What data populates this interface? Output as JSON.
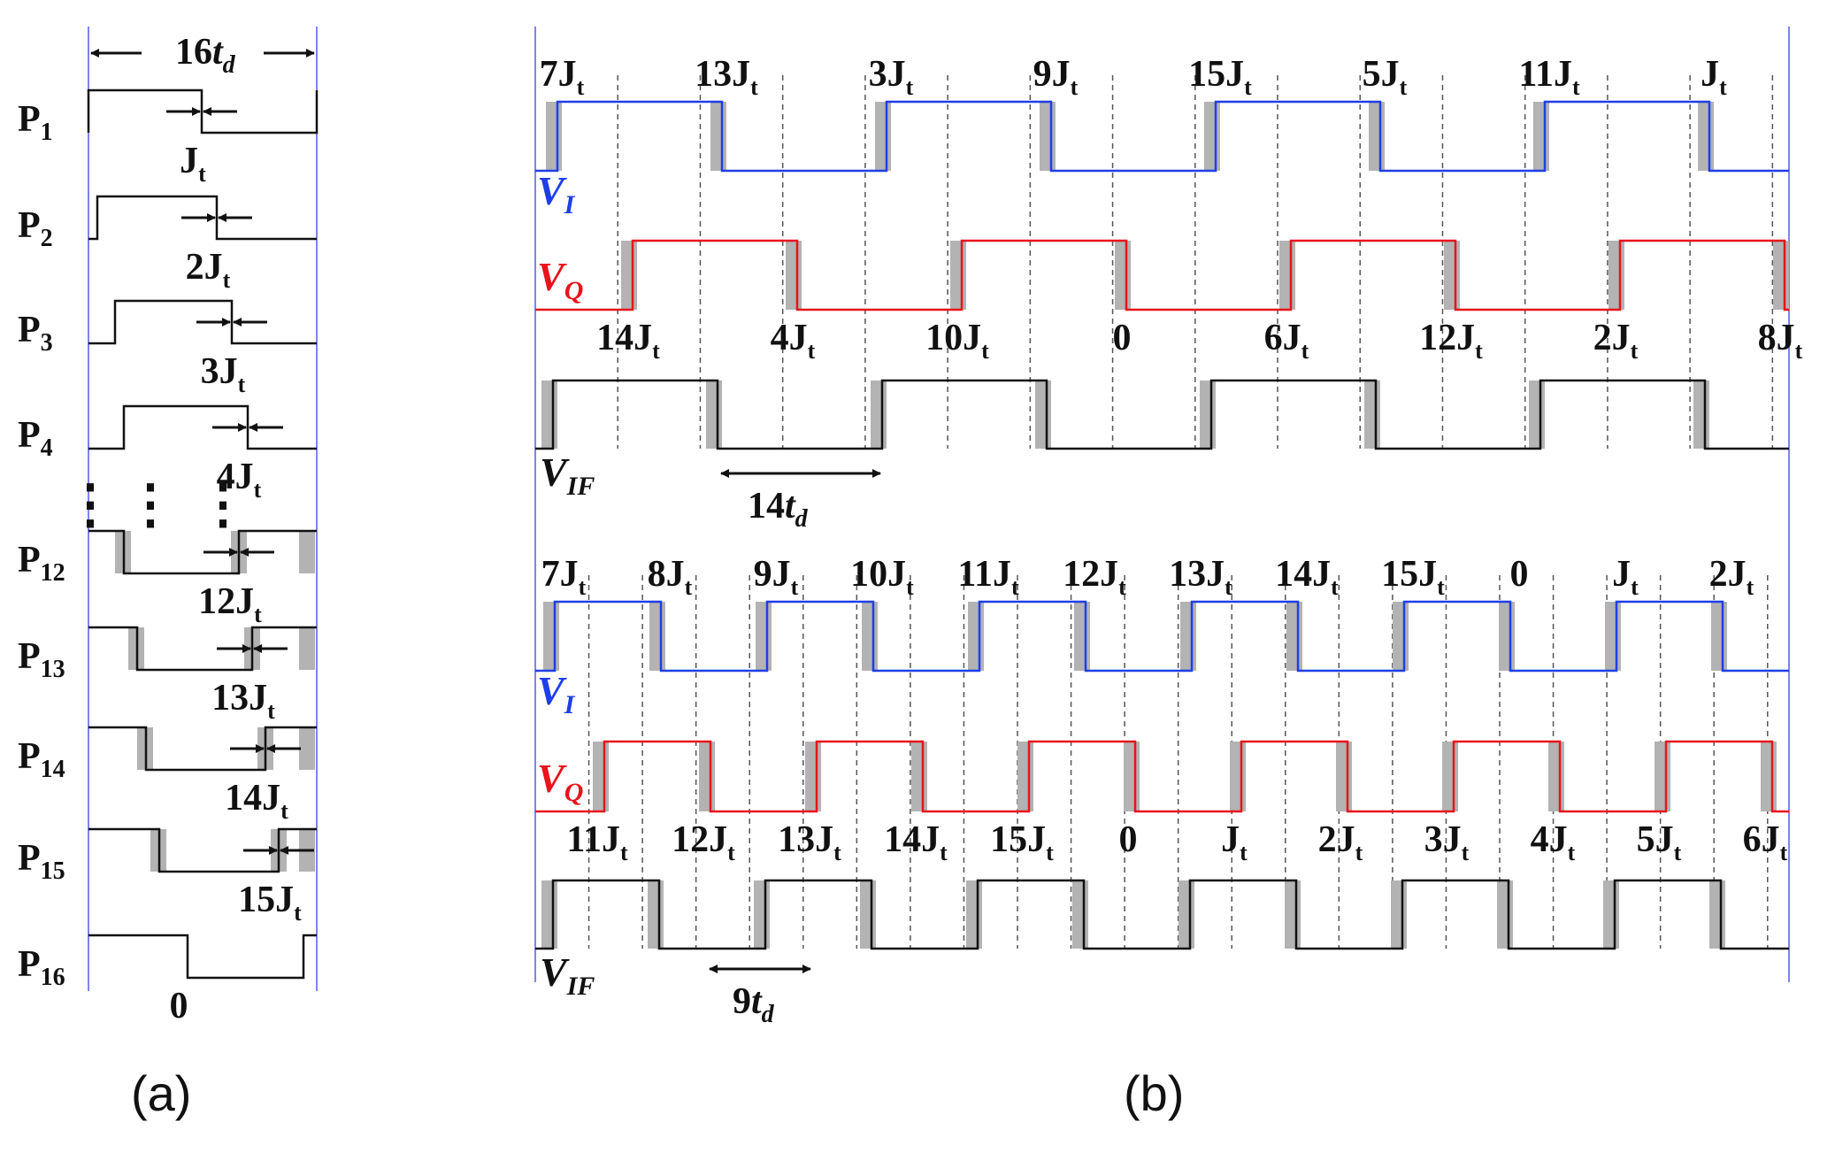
{
  "colors": {
    "signal_i": "#1f3fe6",
    "signal_q": "#e8141c",
    "signal_if": "#111111",
    "guide": "#7d84ef",
    "shade": "#b3b3b3",
    "dash": "#555555"
  },
  "panel_a": {
    "caption": "(a)",
    "period_label": {
      "base": "16",
      "var": "t",
      "sub": "d"
    },
    "ellipsis": "⋮",
    "pulses": [
      {
        "name": "P",
        "index": "1",
        "jitter": "J",
        "jitter_sub": "t"
      },
      {
        "name": "P",
        "index": "2",
        "jitter": "2J",
        "jitter_sub": "t"
      },
      {
        "name": "P",
        "index": "3",
        "jitter": "3J",
        "jitter_sub": "t"
      },
      {
        "name": "P",
        "index": "4",
        "jitter": "4J",
        "jitter_sub": "t"
      },
      {
        "name": "P",
        "index": "12",
        "jitter": "12J",
        "jitter_sub": "t"
      },
      {
        "name": "P",
        "index": "13",
        "jitter": "13J",
        "jitter_sub": "t"
      },
      {
        "name": "P",
        "index": "14",
        "jitter": "14J",
        "jitter_sub": "t"
      },
      {
        "name": "P",
        "index": "15",
        "jitter": "15J",
        "jitter_sub": "t"
      },
      {
        "name": "P",
        "index": "16",
        "jitter": "0",
        "jitter_sub": ""
      }
    ]
  },
  "panel_b": {
    "caption": "(b)",
    "top": {
      "vi_label": {
        "base": "V",
        "sub": "I"
      },
      "vq_label": {
        "base": "V",
        "sub": "Q"
      },
      "vif_label": {
        "base": "V",
        "sub": "IF"
      },
      "period_label": {
        "base": "14",
        "var": "t",
        "sub": "d"
      },
      "i_labels": [
        "7J",
        "13J",
        "3J",
        "9J",
        "15J",
        "5J",
        "11J",
        "J"
      ],
      "q_labels": [
        "14J",
        "4J",
        "10J",
        "0",
        "6J",
        "12J",
        "2J",
        "8J"
      ]
    },
    "bottom": {
      "vi_label": {
        "base": "V",
        "sub": "I"
      },
      "vq_label": {
        "base": "V",
        "sub": "Q"
      },
      "vif_label": {
        "base": "V",
        "sub": "IF"
      },
      "period_label": {
        "base": "9",
        "var": "t",
        "sub": "d"
      },
      "i_labels": [
        "7J",
        "8J",
        "9J",
        "10J",
        "11J",
        "12J",
        "13J",
        "14J",
        "15J",
        "0",
        "J",
        "2J"
      ],
      "q_labels": [
        "11J",
        "12J",
        "13J",
        "14J",
        "15J",
        "0",
        "J",
        "2J",
        "3J",
        "4J",
        "5J",
        "6J"
      ]
    },
    "jitter_subscript": "t"
  }
}
